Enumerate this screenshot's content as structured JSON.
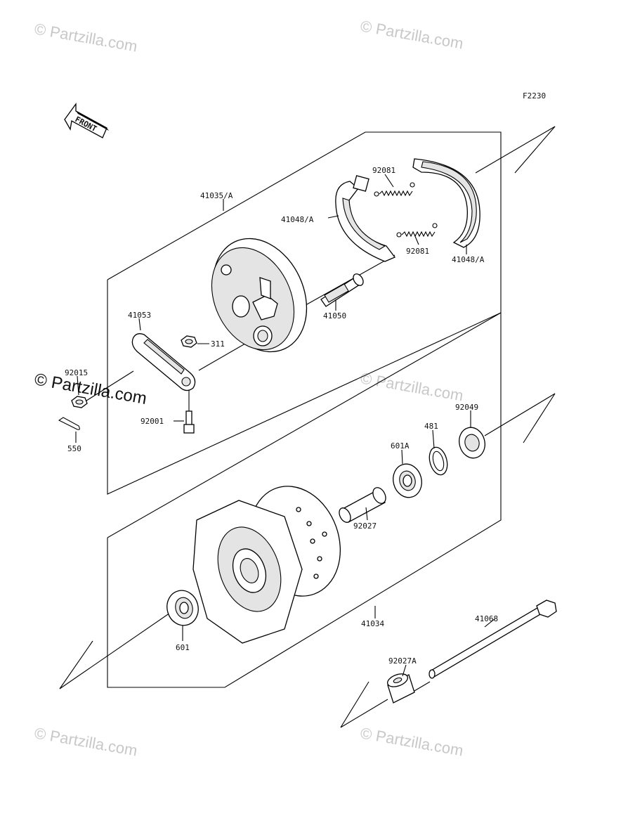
{
  "diagram_code": "F2230",
  "front_label": "FRONT",
  "watermarks": {
    "text": "© Partzilla.com",
    "prominent": "© Partzilla.com"
  },
  "labels": {
    "p41035A": "41035/A",
    "p92081a": "92081",
    "p41048Aleft": "41048/A",
    "p92081b": "92081",
    "p41048Aright": "41048/A",
    "p41053": "41053",
    "p41050": "41050",
    "p311": "311",
    "p92015": "92015",
    "p92001": "92001",
    "p550": "550",
    "p92049": "92049",
    "p481": "481",
    "p601A": "601A",
    "p92027": "92027",
    "p41034": "41034",
    "p41068": "41068",
    "p601": "601",
    "p92027A": "92027A"
  }
}
